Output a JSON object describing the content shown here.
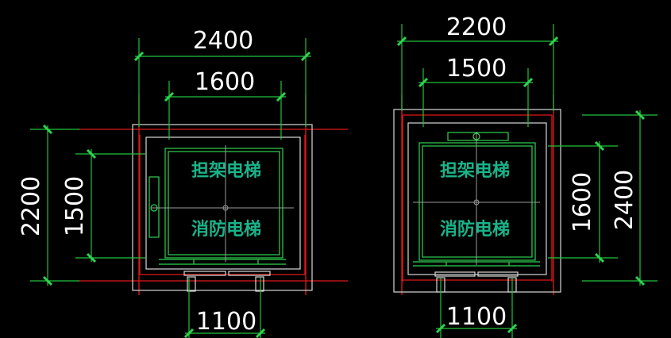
{
  "left_elevator": {
    "dim_top_outer": "2400",
    "dim_top_inner": "1600",
    "dim_side_outer": "2200",
    "dim_side_inner": "1500",
    "dim_door": "1100",
    "label_top": "担架电梯",
    "label_bottom": "消防电梯"
  },
  "right_elevator": {
    "dim_top_outer": "2200",
    "dim_top_inner": "1500",
    "dim_side_outer": "2400",
    "dim_side_inner": "1600",
    "dim_door": "1100",
    "label_top": "担架电梯",
    "label_bottom": "消防电梯"
  },
  "colors": {
    "background": "#000000",
    "dimension_lines": "#2fd24f",
    "walls": "#d8d8d8",
    "grid_lines": "#e01818",
    "label_text": "#19b38a",
    "dimension_text": "#ffffff"
  }
}
